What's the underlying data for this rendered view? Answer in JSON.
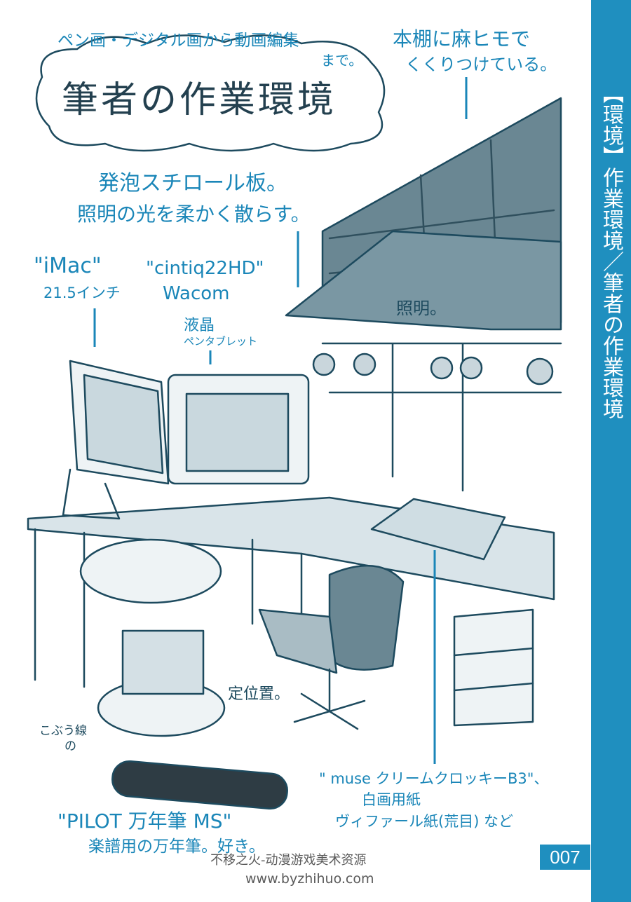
{
  "header": {
    "subtitle_line1": "ペン画・デジタル画から動画編集",
    "subtitle_line2": "まで。",
    "title": "筆者の作業環境"
  },
  "annotations": {
    "shelf_note_line1": "本棚に麻ヒモで",
    "shelf_note_line2": "くくりつけている。",
    "foam_line1": "発泡スチロール板。",
    "foam_line2": "照明の光を柔かく散らす。",
    "imac_line1": "\"iMac\"",
    "imac_line2": "21.5インチ",
    "cintiq_line1": "\"cintiq22HD\"",
    "cintiq_line2": "Wacom",
    "tablet_line1": "液晶",
    "tablet_line2": "ペンタブレット",
    "lighting": "照明。",
    "chair_note": "定位置。",
    "pen_note_line1": "こぶう線",
    "pen_note_line2": "の",
    "pen_name": "\"PILOT 万年筆 MS\"",
    "pen_note_line3": "楽譜用の万年筆。好き。",
    "paper_line1": "\" muse クリームクロッキーB3\"、",
    "paper_line2": "白画用紙",
    "paper_line3": "ヴィファール紙(荒目) など"
  },
  "sidebar": {
    "label": "【環境】作業環境／筆者の作業環境"
  },
  "page_number": "007",
  "watermark": {
    "line1": "不移之火-动漫游戏美术资源",
    "line2": "www.byzhihuo.com"
  },
  "colors": {
    "accent": "#1f8fbf",
    "ink": "#23404f"
  }
}
